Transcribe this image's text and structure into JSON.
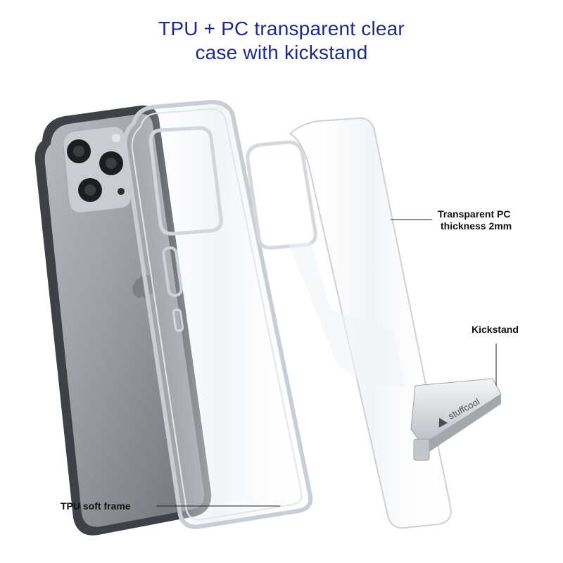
{
  "header": {
    "title_line1": "TPU + PC transparent clear",
    "title_line2": "case with kickstand"
  },
  "callouts": {
    "pc_line1": "Transparent PC",
    "pc_line2": "thickness 2mm",
    "kickstand": "Kickstand",
    "tpu_frame": "TPU soft frame"
  },
  "brand": {
    "logo_text": "stuffcool"
  },
  "colors": {
    "title": "#1f2a86",
    "phone_body": "#8d9196",
    "phone_frame": "#3e4247",
    "case_outline": "#c9ced4"
  }
}
